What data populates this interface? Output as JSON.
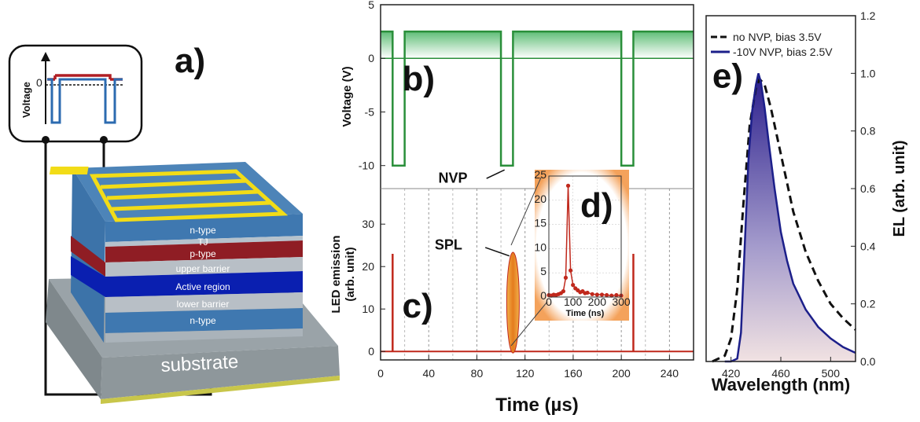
{
  "device": {
    "panel_label": "a)",
    "inset_ylabel": "Voltage",
    "inset_zero": "0",
    "layers": [
      "n-type",
      "TJ",
      "p-type",
      "upper barrier",
      "Active region",
      "lower barrier",
      "n-type"
    ],
    "substrate_label": "substrate",
    "colors": {
      "red": "#b01e24",
      "blue": "#2c6bb0",
      "grid_yellow": "#f2dc17"
    }
  },
  "chart_data": [
    {
      "id": "b",
      "type": "line",
      "panel_label": "b)",
      "ylabel": "Voltage (V)",
      "xlim": [
        0,
        260
      ],
      "ylim": [
        -12,
        5
      ],
      "yticks": [
        5,
        0,
        -5,
        -10
      ],
      "x": [
        0,
        10,
        10,
        20,
        20,
        100,
        100,
        110,
        110,
        200,
        200,
        210,
        210,
        260
      ],
      "y": [
        2.5,
        2.5,
        -10,
        -10,
        2.5,
        2.5,
        -10,
        -10,
        2.5,
        2.5,
        -10,
        -10,
        2.5,
        2.5
      ],
      "color": "#2a8f3a",
      "annotation": "NVP"
    },
    {
      "id": "c",
      "type": "line",
      "panel_label": "c)",
      "ylabel": "LED emission",
      "ylabel2": "(arb. unit)",
      "xlabel": "Time (µs)",
      "xlim": [
        0,
        260
      ],
      "ylim": [
        -2,
        38
      ],
      "yticks": [
        0,
        10,
        20,
        30
      ],
      "xticks": [
        0,
        40,
        80,
        120,
        160,
        200,
        240
      ],
      "pulses_x": [
        10,
        110,
        210
      ],
      "pulse_height": 23,
      "color": "#c0281c",
      "annotation": "SPL",
      "grid": "vertical dashed"
    },
    {
      "id": "d",
      "type": "scatter",
      "panel_label": "d)",
      "xlabel": "Time (ns)",
      "xlim": [
        0,
        300
      ],
      "ylim": [
        0,
        25
      ],
      "xticks": [
        0,
        100,
        200,
        300
      ],
      "yticks": [
        0,
        5,
        10,
        15,
        20,
        25
      ],
      "x": [
        0,
        10,
        20,
        30,
        40,
        50,
        60,
        70,
        80,
        90,
        100,
        110,
        120,
        130,
        140,
        150,
        160,
        180,
        200,
        220,
        240,
        260,
        280,
        300
      ],
      "y": [
        0.4,
        0.3,
        0.5,
        0.4,
        0.6,
        0.8,
        1.2,
        4.0,
        23.0,
        5.5,
        2.5,
        1.8,
        1.4,
        1.0,
        1.2,
        0.8,
        0.9,
        0.6,
        0.5,
        0.5,
        0.4,
        0.3,
        0.4,
        0.3
      ],
      "color": "#c0281c"
    },
    {
      "id": "e",
      "type": "line",
      "panel_label": "e)",
      "xlabel": "Wavelength (nm)",
      "ylabel": "EL (arb. unit)",
      "xlim": [
        400,
        520
      ],
      "ylim": [
        0,
        1.2
      ],
      "xticks": [
        420,
        460,
        500
      ],
      "yticks": [
        0.0,
        0.2,
        0.4,
        0.6,
        0.8,
        1.0,
        1.2
      ],
      "series": [
        {
          "name": "no NVP, bias 3.5V",
          "style": "dashed",
          "color": "#111111",
          "x": [
            405,
            415,
            420,
            425,
            430,
            435,
            440,
            443,
            447,
            452,
            457,
            462,
            470,
            480,
            490,
            500,
            510,
            520
          ],
          "y": [
            0.0,
            0.02,
            0.08,
            0.25,
            0.55,
            0.82,
            0.95,
            0.98,
            0.96,
            0.88,
            0.78,
            0.68,
            0.52,
            0.38,
            0.28,
            0.2,
            0.15,
            0.11
          ]
        },
        {
          "name": "-10V NVP, bias 2.5V",
          "style": "solid",
          "color": "#1c1f8a",
          "x": [
            415,
            420,
            425,
            428,
            431,
            434,
            437,
            440,
            442,
            444,
            447,
            450,
            455,
            460,
            465,
            470,
            480,
            490,
            500,
            510,
            520
          ],
          "y": [
            0.0,
            0.0,
            0.01,
            0.1,
            0.4,
            0.7,
            0.87,
            0.96,
            1.0,
            0.97,
            0.88,
            0.77,
            0.6,
            0.45,
            0.35,
            0.27,
            0.18,
            0.12,
            0.08,
            0.05,
            0.03
          ]
        }
      ],
      "legend": "top-left"
    }
  ]
}
